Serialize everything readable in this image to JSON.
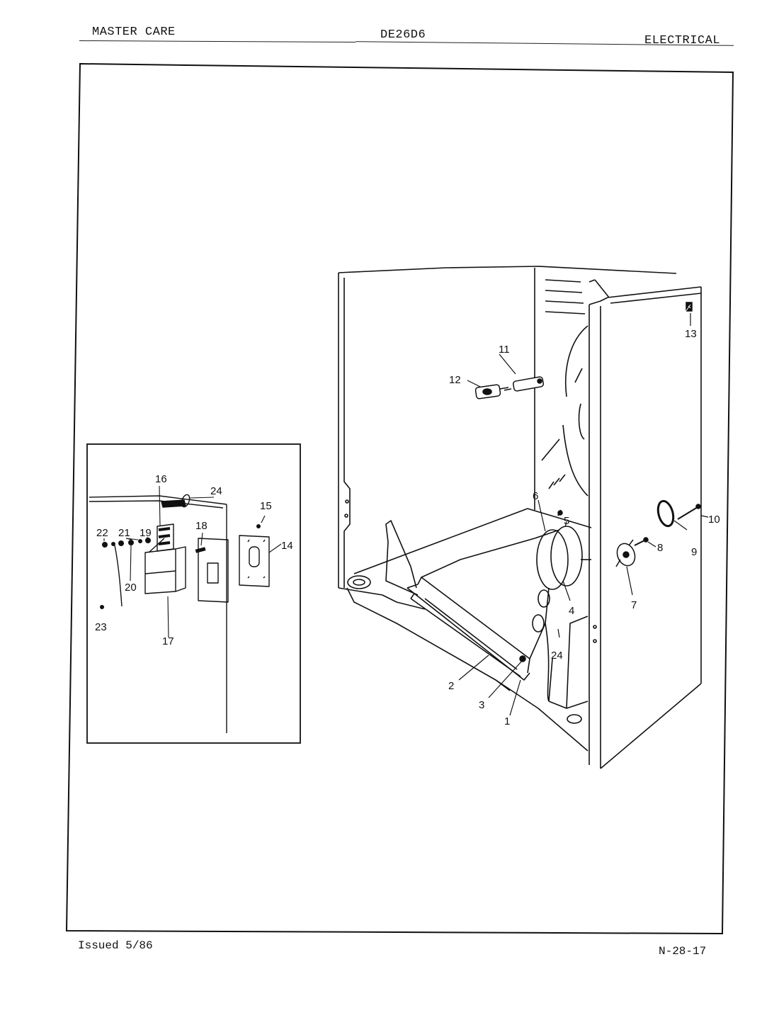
{
  "header": {
    "brand": "MASTER CARE",
    "model": "DE26D6",
    "section": "ELECTRICAL"
  },
  "footer": {
    "issued": "Issued 5/86",
    "page_code": "N-28-17"
  },
  "callouts": {
    "c1": "1",
    "c2": "2",
    "c3": "3",
    "c4": "4",
    "c5": "5",
    "c6": "6",
    "c7": "7",
    "c8": "8",
    "c9": "9",
    "c10": "10",
    "c11": "11",
    "c12": "12",
    "c13": "13",
    "c24a": "24",
    "c14": "14",
    "c15": "15",
    "c16": "16",
    "c17": "17",
    "c18": "18",
    "c19": "19",
    "c20": "20",
    "c21": "21",
    "c22": "22",
    "c23": "23",
    "c24b": "24"
  }
}
